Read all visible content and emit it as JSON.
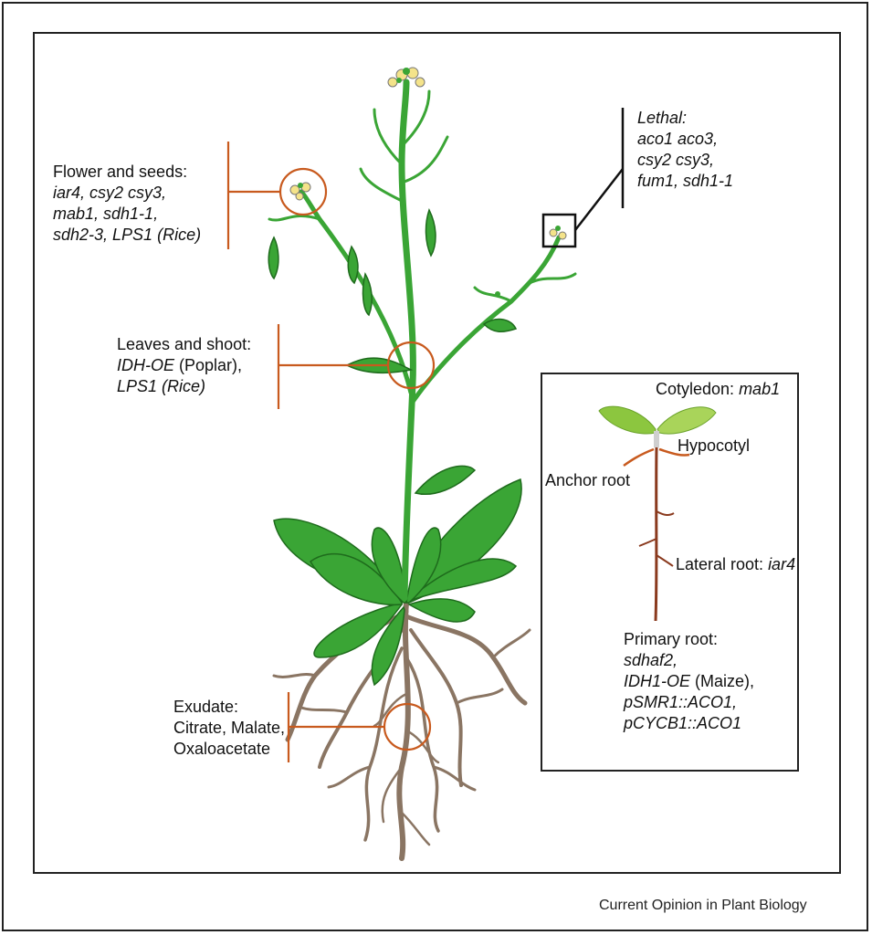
{
  "figure": {
    "credit": "Current Opinion in Plant Biology"
  },
  "annotations": {
    "flower_seeds": {
      "heading": "Flower and seeds:",
      "line1": "iar4, csy2 csy3,",
      "line2": "mab1, sdh1-1,",
      "line3": "sdh2-3, LPS1 (Rice)"
    },
    "lethal": {
      "line1": "Lethal:",
      "line2": "aco1 aco3,",
      "line3": "csy2 csy3,",
      "line4": "fum1, sdh1-1"
    },
    "leaves_shoot": {
      "heading": "Leaves and shoot:",
      "line1_italic": "IDH-OE",
      "line1_plain": " (Poplar),",
      "line2": "LPS1 (Rice)"
    },
    "exudate": {
      "heading": "Exudate:",
      "line1": "Citrate, Malate,",
      "line2": "Oxaloacetate"
    }
  },
  "inset": {
    "cotyledon_prefix": "Cotyledon: ",
    "cotyledon_gene": "mab1",
    "hypocotyl": "Hypocotyl",
    "anchor_root": "Anchor root",
    "lateral_prefix": "Lateral root: ",
    "lateral_gene": "iar4",
    "primary_heading": "Primary root:",
    "primary_line1": "sdhaf2,",
    "primary_line2_italic": "IDH1-OE",
    "primary_line2_plain": " (Maize),",
    "primary_line3": "pSMR1::ACO1,",
    "primary_line4": "pCYCB1::ACO1"
  },
  "colors": {
    "plant_green": "#3aa535",
    "leaf_dark": "#2f8a2c",
    "root_brown": "#8a7563",
    "marker_orange": "#c85a1e",
    "flower_yellow": "#f4e38a",
    "seedling_green": "#8cc63f",
    "taproot_brown": "#8a3a1e"
  },
  "icons": [
    "flower-marker-circle",
    "shoot-marker-circle",
    "exudate-marker-circle",
    "lethal-marker-square"
  ]
}
